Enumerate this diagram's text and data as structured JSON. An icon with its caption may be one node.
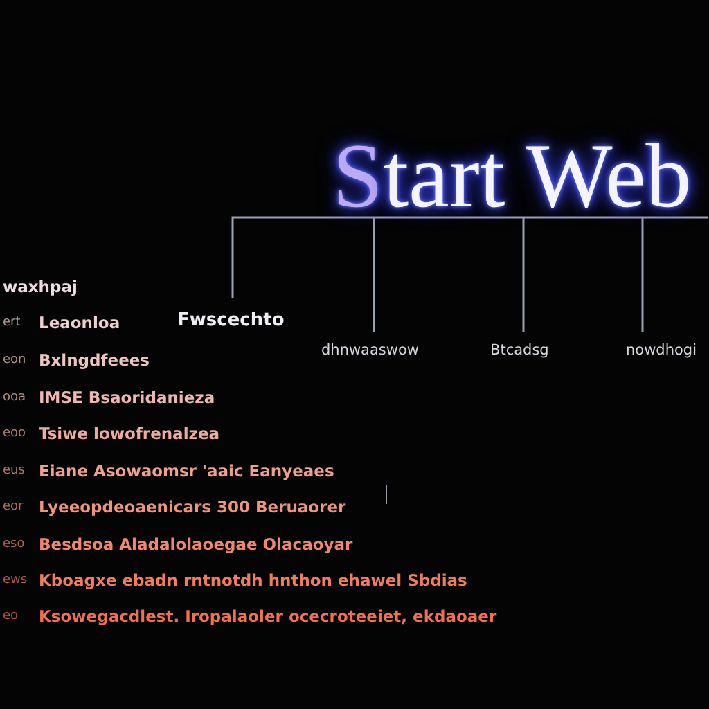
{
  "diagram": {
    "title": "Start Web",
    "labels": [
      "waxhpaj",
      "ert",
      "Leaonloa",
      "Fwscechto",
      "dhnwaaswow",
      "Btcadsg",
      "nowdhogi",
      "eon",
      "Bxlngdfeees",
      "ooa",
      "IMSE Bsaoridanieza",
      "eoo",
      "Tsiwe lowofrenalzea",
      "eus",
      "Eiane Asowaomsr 'aaic Eanyeaes",
      "eor",
      "Lyeeopdeoaenicars 300 Beruaorer",
      "eso",
      "Besdsoa Aladalolaoegae Olacaoyar",
      "ews",
      "Kboagxe ebadn rntnotdh hnthon ehawel Sbdias",
      "eo",
      "Ksowegacdlest. Iropalaoler ocecroteeiet, ekdaoaer"
    ]
  }
}
